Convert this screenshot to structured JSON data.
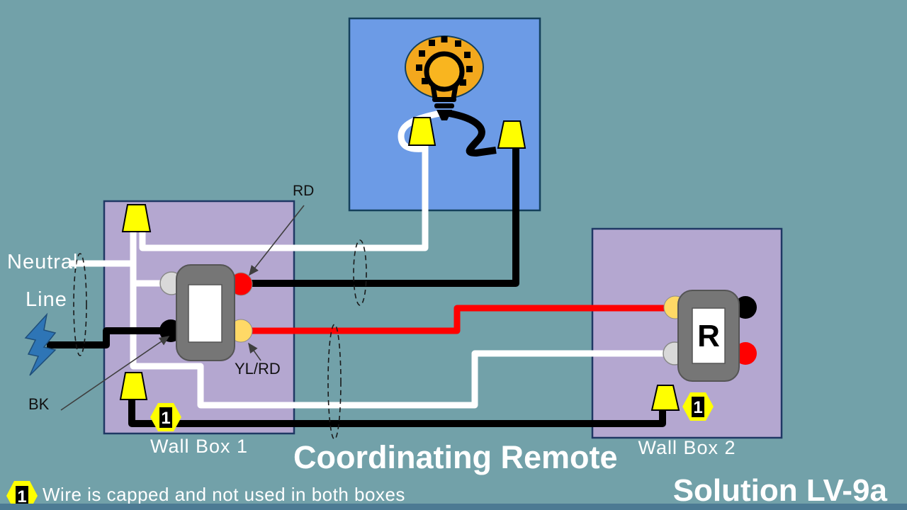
{
  "title": "Coordinating Remote",
  "solution_label": "Solution LV-9a",
  "legend": {
    "badge": "1",
    "text": "Wire is capped and not used in both boxes"
  },
  "wall_box_1": {
    "label": "Wall Box 1",
    "badge": "1"
  },
  "wall_box_2": {
    "label": "Wall Box 2",
    "badge": "1",
    "remote_letter": "R"
  },
  "wire_labels": {
    "neutral": "Neutral",
    "line": "Line",
    "rd": "RD",
    "yl_rd": "YL/RD",
    "bk": "BK"
  },
  "colors": {
    "background": "#72A1A9",
    "footer_bar": "#4C7A93",
    "ceiling_box_fill": "#6C9BE6",
    "wall_box_fill": "#B4A7D0",
    "box_border": "#1F3864",
    "wire_white": "#FFFFFF",
    "wire_black": "#000000",
    "wire_red": "#FF0000",
    "wire_nut_yellow": "#FFFF00",
    "terminal_yellow": "#FFD966",
    "terminal_gray": "#D9D9D9",
    "switch_body_gray": "#767676",
    "bulb_orange": "#F3A81D",
    "lightning_blue": "#2E75B6",
    "text_white": "#FFFFFF",
    "text_black": "#111111"
  }
}
